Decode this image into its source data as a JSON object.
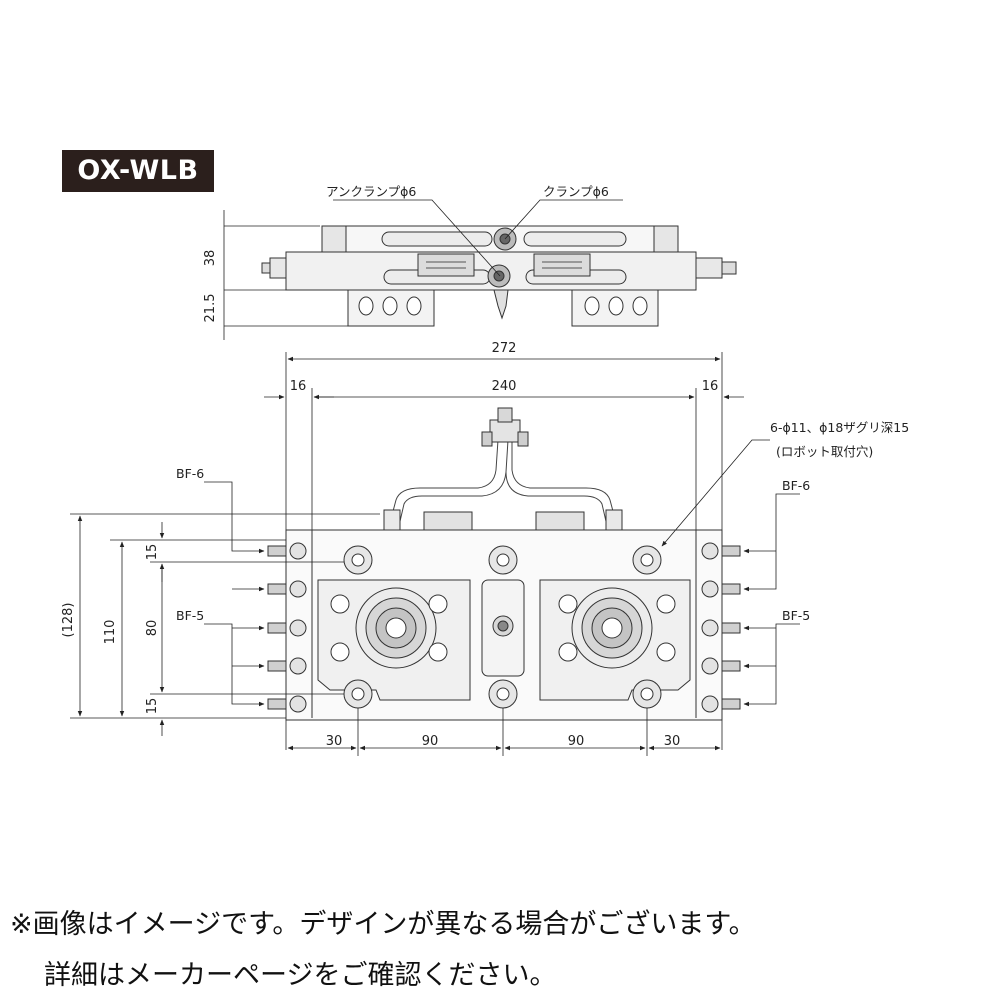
{
  "model": "OX-WLB",
  "side_view": {
    "unclamp_label": "アンクランプϕ6",
    "clamp_label": "クランプϕ6",
    "dim_top": "38",
    "dim_bottom": "21.5"
  },
  "plan_view": {
    "dim_overall": "272",
    "dim_left_margin": "16",
    "dim_center": "240",
    "dim_right_margin": "16",
    "dim_outer_height": "(128)",
    "dim_height": "110",
    "dim_top_15": "15",
    "dim_mid_80": "80",
    "dim_bottom_15": "15",
    "dim_bottom_30_left": "30",
    "dim_bottom_90_left": "90",
    "dim_bottom_90_right": "90",
    "dim_bottom_30_right": "30",
    "bf6_left": "BF-6",
    "bf5_left": "BF-5",
    "bf6_right": "BF-6",
    "bf5_right": "BF-5",
    "hole_spec": "6-ϕ11、ϕ18ザグリ深15",
    "hole_note": "(ロボット取付穴)"
  },
  "notes": {
    "line1": "※画像はイメージです。デザインが異なる場合がございます。",
    "line2": "詳細はメーカーページをご確認ください。"
  }
}
